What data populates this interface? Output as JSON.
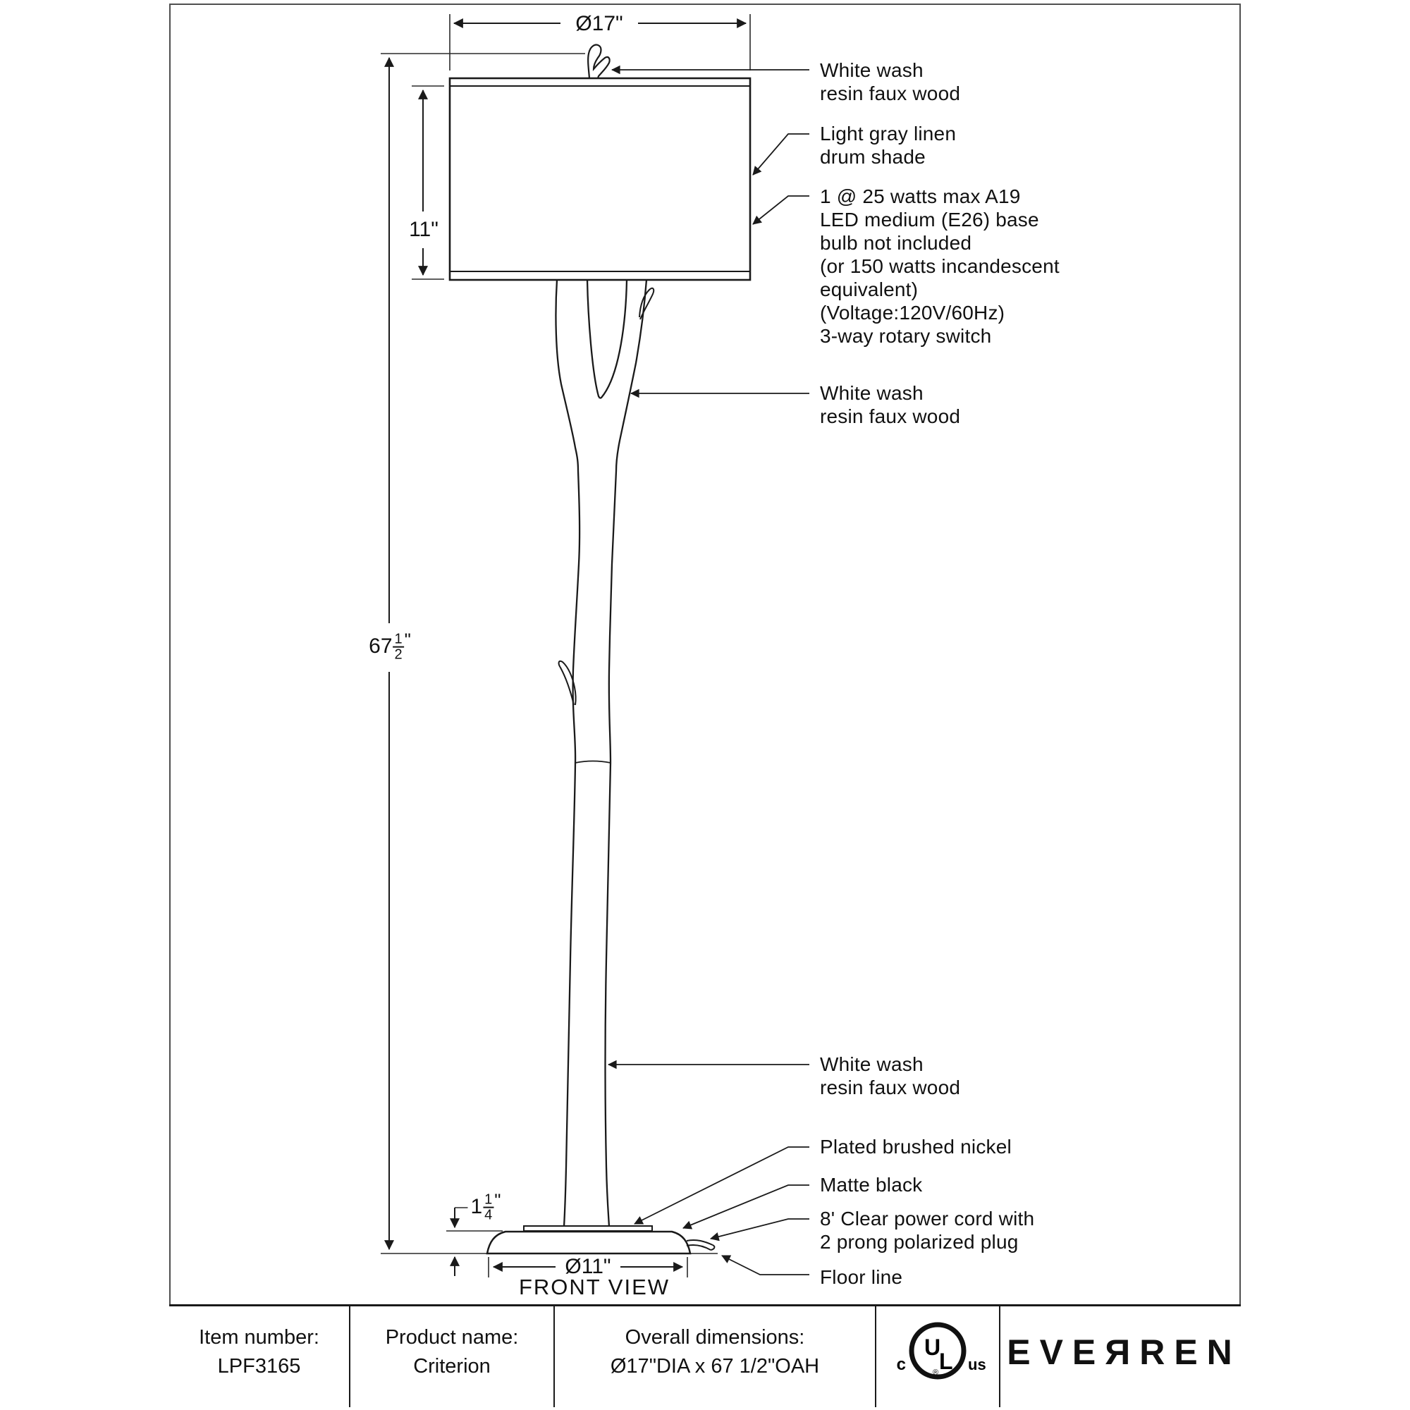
{
  "dimensions": {
    "shade_diameter": "Ø17\"",
    "shade_height": "11\"",
    "overall_height": {
      "whole": "67",
      "numerator": "1",
      "denominator": "2",
      "unit": "\""
    },
    "base_height": {
      "whole": "1",
      "numerator": "1",
      "denominator": "4",
      "unit": "\""
    },
    "base_diameter": "Ø11\""
  },
  "view_label": "FRONT VIEW",
  "annotations": [
    {
      "id": "finial",
      "lines": [
        "White wash",
        "resin faux wood"
      ]
    },
    {
      "id": "shade",
      "lines": [
        "Light gray linen",
        "drum shade"
      ]
    },
    {
      "id": "bulb",
      "lines": [
        "1 @ 25 watts max A19",
        "LED medium (E26) base",
        "bulb not included",
        "(or 150 watts incandescent",
        "equivalent)",
        "(Voltage:120V/60Hz)",
        "3-way rotary switch"
      ]
    },
    {
      "id": "neck",
      "lines": [
        "White wash",
        "resin faux wood"
      ]
    },
    {
      "id": "trunk",
      "lines": [
        "White wash",
        "resin faux wood"
      ]
    },
    {
      "id": "plate",
      "lines": [
        "Plated brushed nickel"
      ]
    },
    {
      "id": "base",
      "lines": [
        "Matte black"
      ]
    },
    {
      "id": "cord",
      "lines": [
        "8' Clear power cord with",
        "2 prong polarized plug"
      ]
    },
    {
      "id": "floor",
      "lines": [
        "Floor line"
      ]
    }
  ],
  "footer": {
    "item_number_label": "Item number:",
    "item_number_value": "LPF3165",
    "product_name_label": "Product name:",
    "product_name_value": "Criterion",
    "overall_dimensions_label": "Overall dimensions:",
    "overall_dimensions_value": "Ø17\"DIA x 67 1/2\"OAH",
    "brand": "EVEЯREN"
  },
  "ul_mark": {
    "prefix": "c",
    "letter_u": "U",
    "letter_l": "L",
    "suffix": "us",
    "registered": "®"
  },
  "colors": {
    "line": "#1a1a1a",
    "border": "#4f4f4f",
    "text": "#111111",
    "background": "#ffffff"
  }
}
